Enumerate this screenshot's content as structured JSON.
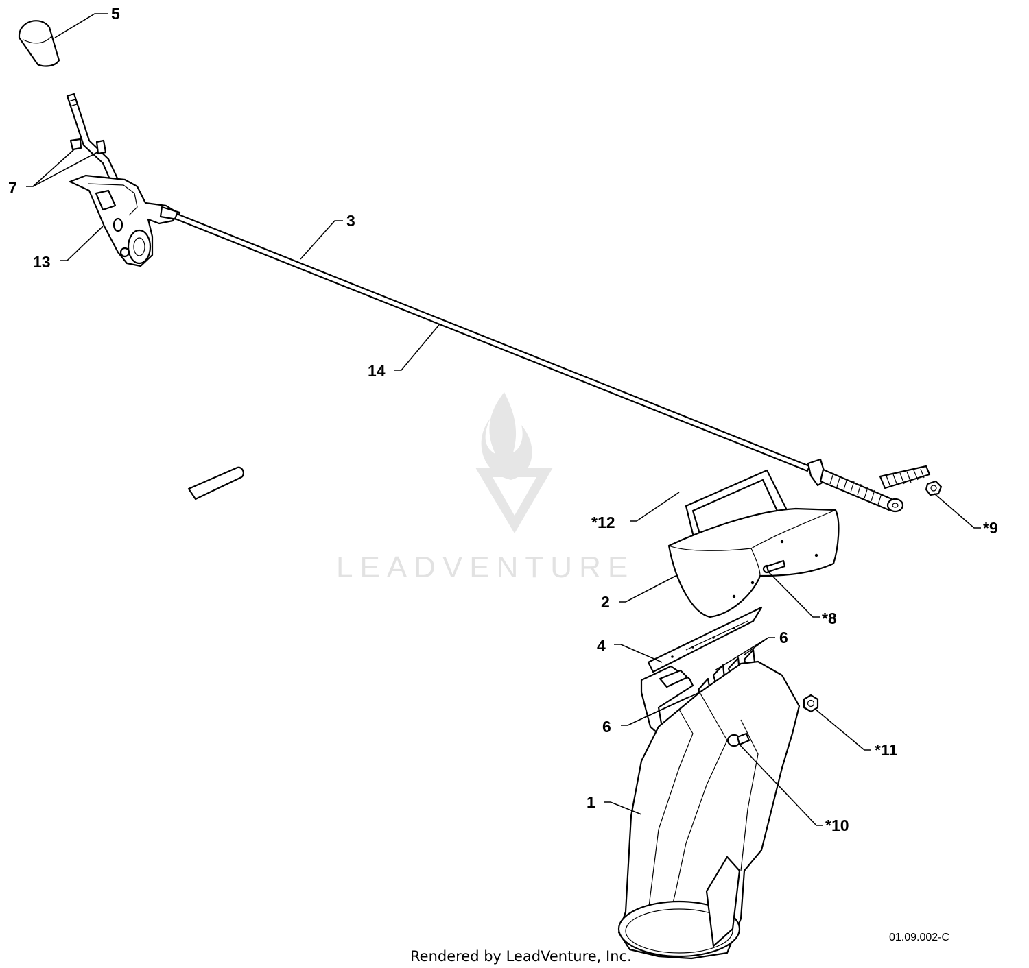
{
  "callouts": {
    "c1": "1",
    "c2": "2",
    "c3": "3",
    "c4": "4",
    "c5": "5",
    "c6a": "6",
    "c6b": "6",
    "c7": "7",
    "c8": "*8",
    "c9": "*9",
    "c10": "*10",
    "c11": "*11",
    "c12": "*12",
    "c13": "13",
    "c14": "14"
  },
  "footer": {
    "ref_code": "01.09.002-C",
    "credit": "Rendered by LeadVenture, Inc."
  },
  "watermark": {
    "text": "LEADVENTURE",
    "icon": "flame-v-logo-icon"
  }
}
